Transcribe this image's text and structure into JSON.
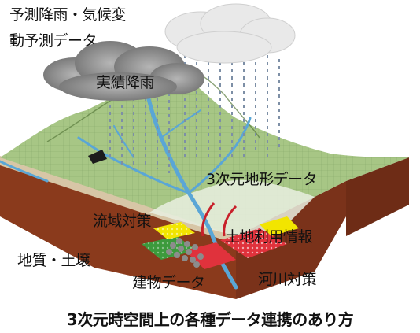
{
  "labels": {
    "forecast_rain_line1": "予測降雨・気候変",
    "forecast_rain_line2": "動予測データ",
    "observed_rain": "実績降雨",
    "terrain_3d": "3次元地形データ",
    "basin_measures": "流域対策",
    "land_use": "土地利用情報",
    "geology_soil": "地質・土壌",
    "building_data": "建物データ",
    "river_measures": "河川対策"
  },
  "caption": "3次元時空間上の各種データ連携のあり方",
  "colors": {
    "soil": "#8a3a1c",
    "terrain": "#9fc07a",
    "river": "#5aa6d6",
    "cloud_light": "#e6e6e6",
    "cloud_dark": "#8c8c8c",
    "land_use_red": "#e0323c",
    "measure_green": "#3c9a3c"
  }
}
